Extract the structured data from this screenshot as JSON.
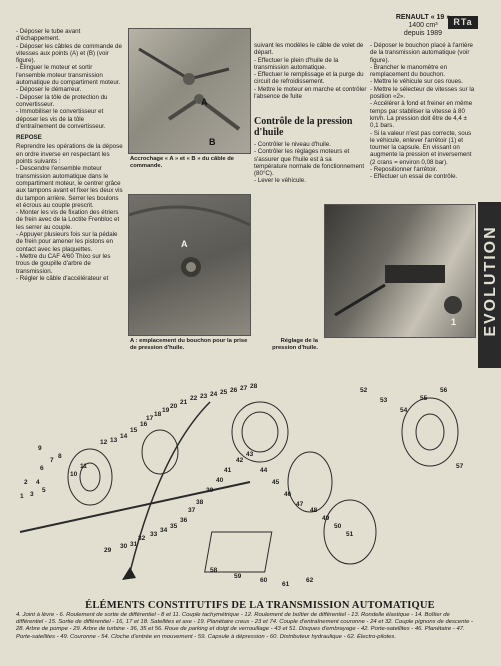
{
  "header": {
    "title": "RENAULT « 19 »",
    "subtitle1": "1400 cm³",
    "subtitle2": "depuis 1989",
    "logo": "RTa"
  },
  "sidebar_text": "EVOLUTION",
  "col1": {
    "items": [
      "- Déposer le tube avant d'échappement.",
      "- Déposer les câbles de commande de vitesses aux points (A) et (B) (voir figure).",
      "- Élinguer le moteur et sortir l'ensemble moteur transmission automatique du compartiment moteur.",
      "- Déposer le démarreur.",
      "- Déposer la tôle de protection du convertisseur.",
      "- Immobiliser le convertisseur et déposer les vis de la tôle d'entraînement de convertisseur."
    ],
    "repose_head": "REPOSE",
    "repose_items": [
      "Reprendre les opérations de la dépose en ordre inverse en respectant les points suivants :",
      "- Descendre l'ensemble moteur transmission automatique dans le compartiment moteur, le centrer grâce aux tampons avant et fixer les deux vis du tampon arrière. Serrer les boulons et écrous au couple prescrit.",
      "- Monter les vis de fixation des étriers de frein avec de la Loctite Frenbloc et les serrer au couple.",
      "- Appuyer plusieurs fois sur la pédale de frein pour amener les pistons en contact avec les plaquettes.",
      "- Mettre du CAF 4/60 Thixo sur les trous de goupille d'arbre de transmission.",
      "- Régler le câble d'accélérateur et"
    ]
  },
  "col2": {
    "text": "suivant les modèles le câble de volet de départ.",
    "items": [
      "- Effectuer le plein d'huile de la transmission automatique.",
      "- Effectuer le remplissage et la purge du circuit de refroidissement.",
      "- Mettre le moteur en marche et contrôler l'absence de fuite"
    ]
  },
  "col3": {
    "heading": "Contrôle de la pression d'huile",
    "items": [
      "- Contrôler le niveau d'huile.",
      "- Contrôler les réglages moteurs et s'assurer que l'huile est à sa température normale de fonctionnement (80°C).",
      "- Lever le véhicule."
    ]
  },
  "col4": {
    "items": [
      "- Déposer le bouchon placé à l'arrière de la transmission automatique (voir figure).",
      "- Brancher le manomètre en remplacement du bouchon.",
      "- Mettre le véhicule sur ces roues.",
      "- Mettre le sélecteur de vitesses sur la position «2».",
      "- Accélérer à fond et freiner en même temps par stabiliser la vitesse à 80 km/h. La pression doit être de 4,4 ± 0,1 bars.",
      "- Si la valeur n'est pas correcte, sous le véhicule, enlever l'arrêtoir (1) et tourner la capsule. En vissant on augmente la pression et inversement (2 crans = environ 0,08 bar).",
      "- Repositionner l'arrêtoir.",
      "- Effectuer un essai de contrôle."
    ]
  },
  "captions": {
    "photo1": "Accrochage « A » et « B » du câble de commande.",
    "photo2": "A : emplacement du bouchon pour la prise de pression d'huile.",
    "photo3": "Réglage de la pression d'huile."
  },
  "photo_labels": {
    "p1a": "A",
    "p1b": "B",
    "p2a": "A",
    "p3a": "1"
  },
  "diagram": {
    "numbers": [
      "1",
      "2",
      "3",
      "4",
      "5",
      "6",
      "7",
      "8",
      "9",
      "10",
      "11",
      "12",
      "13",
      "14",
      "15",
      "16",
      "17",
      "18",
      "19",
      "20",
      "21",
      "22",
      "23",
      "24",
      "25",
      "26",
      "27",
      "28",
      "29",
      "30",
      "31",
      "32",
      "33",
      "34",
      "35",
      "36",
      "37",
      "38",
      "39",
      "40",
      "41",
      "42",
      "43",
      "44",
      "45",
      "46",
      "47",
      "48",
      "49",
      "50",
      "51",
      "52",
      "53",
      "54",
      "55",
      "56",
      "57",
      "58",
      "59",
      "60",
      "61",
      "62"
    ]
  },
  "bottom_title": "ÉLÉMENTS CONSTITUTIFS DE LA TRANSMISSION AUTOMATIQUE",
  "legend": "4. Joint à lèvre - 6. Roulement de sortie de différentiel - 8 et 11. Couple tachymétrique - 12. Roulement de boîtier de différentiel - 13. Rondelle élastique - 14. Boîtier de différentiel - 15. Sortie de différentiel - 16, 17 et 18. Satellites et axe - 19. Planétaire creux - 23 et 74. Couple d'entraînement couronne - 24 et 32. Couple pignons de descente - 28. Arbre de pompe - 29. Arbre de turbine - 36, 35 et 56. Roue de parking et doigt de verrouillage - 43 et 51. Disques d'embrayage - 42. Porte-satellites - 46. Planétaire - 47. Porte-satellites - 49. Couronne - 54. Cloche d'entrée en mouvement - 59. Capsule à dépression - 60. Distributeur hydraulique - 62. Électro-pilotes."
}
